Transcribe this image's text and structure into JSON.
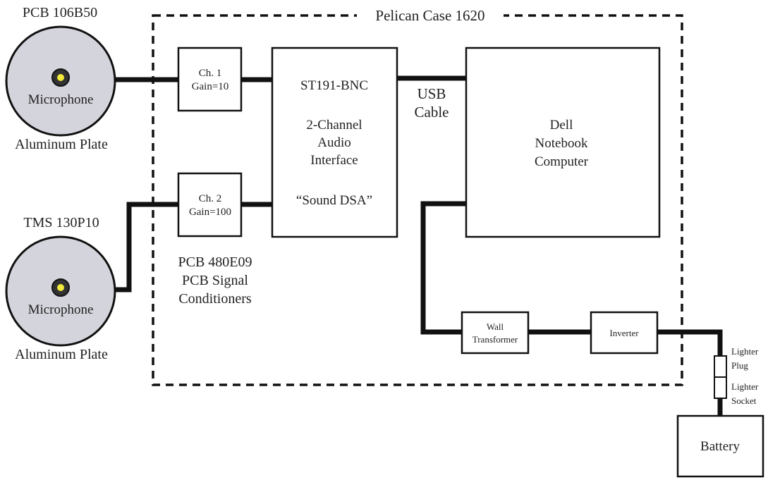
{
  "colors": {
    "wire": "#111111",
    "plate_fill": "#d4d4dc",
    "mic_center": "#f2ea3a",
    "text": "#222222"
  },
  "enclosure": {
    "title": "Pelican Case 1620"
  },
  "sensors": [
    {
      "model": "PCB 106B50",
      "element": "Microphone",
      "mount": "Aluminum Plate"
    },
    {
      "model": "TMS 130P10",
      "element": "Microphone",
      "mount": "Aluminum Plate"
    }
  ],
  "conditioners": {
    "ch1": [
      "Ch. 1",
      "Gain=10"
    ],
    "ch2": [
      "Ch. 2",
      "Gain=100"
    ],
    "caption": [
      "PCB 480E09",
      "PCB Signal",
      "Conditioners"
    ]
  },
  "interface": {
    "model": "ST191-BNC",
    "desc": [
      "2-Channel",
      "Audio",
      "Interface"
    ],
    "software": "“Sound DSA”"
  },
  "cable": [
    "USB",
    "Cable"
  ],
  "computer": [
    "Dell",
    "Notebook",
    "Computer"
  ],
  "power": {
    "transformer": [
      "Wall",
      "Transformer"
    ],
    "inverter": "Inverter",
    "plug": [
      "Lighter",
      "Plug"
    ],
    "socket": [
      "Lighter",
      "Socket"
    ],
    "battery": "Battery"
  }
}
